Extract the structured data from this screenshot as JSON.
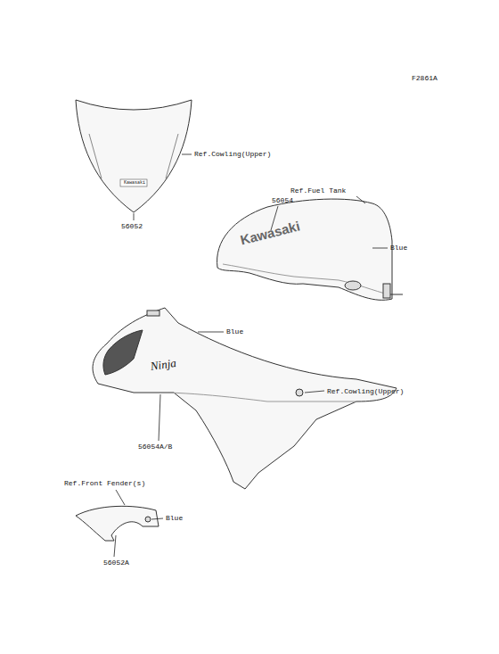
{
  "diagram": {
    "labels": [
      "F2861A",
      "Ref.Cowling(Upper)",
      "Kawasaki",
      "56052",
      "56054",
      "Ref.Fuel Tank",
      "Kawasaki",
      "Blue",
      "Blue",
      "Ninja",
      "Ref.Cowling(Upper)",
      "56054A/B",
      "Ref.Front Fender(s)",
      "Blue",
      "56052A"
    ]
  }
}
